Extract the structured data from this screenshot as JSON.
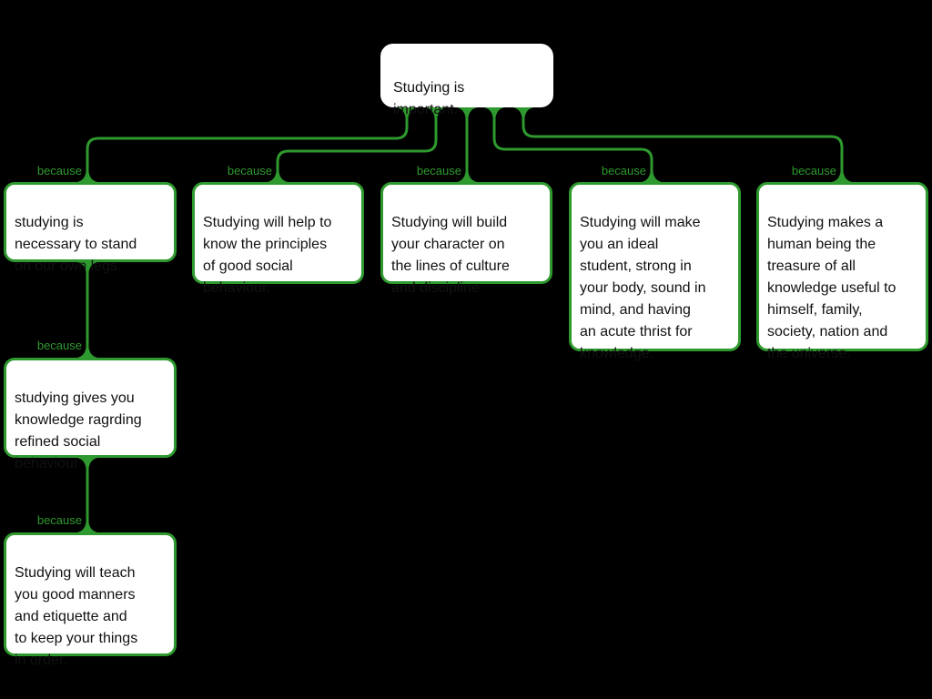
{
  "colors": {
    "background": "#000000",
    "accent": "#2e992e",
    "node_background": "#ffffff",
    "node_text": "#111111"
  },
  "relation_label": "because",
  "root": {
    "text": "Studying is\nimportant."
  },
  "reasons": [
    {
      "id": "reason-1",
      "text": "studying is\nnecessary to stand\non our own legs."
    },
    {
      "id": "reason-2",
      "text": "Studying will help to\nknow the principles\nof good social\nbehaviour."
    },
    {
      "id": "reason-3",
      "text": "Studying will build\nyour character on\nthe lines of culture\nand discipline"
    },
    {
      "id": "reason-4",
      "text": "Studying will make\nyou an ideal\nstudent, strong in\nyour body, sound in\nmind, and having\nan acute thrist for\nknowledge."
    },
    {
      "id": "reason-5",
      "text": "Studying makes a\nhuman being the\ntreasure of all\nknowledge useful to\nhimself, family,\nsociety, nation and\nthe universe."
    }
  ],
  "sub_reasons": [
    {
      "id": "sub-reason-1",
      "text": "studying gives you\nknowledge ragrding\nrefined social\nbehaviour"
    },
    {
      "id": "sub-reason-2",
      "text": "Studying will teach\nyou good manners\nand etiquette and\nto keep your things\nin order."
    }
  ]
}
